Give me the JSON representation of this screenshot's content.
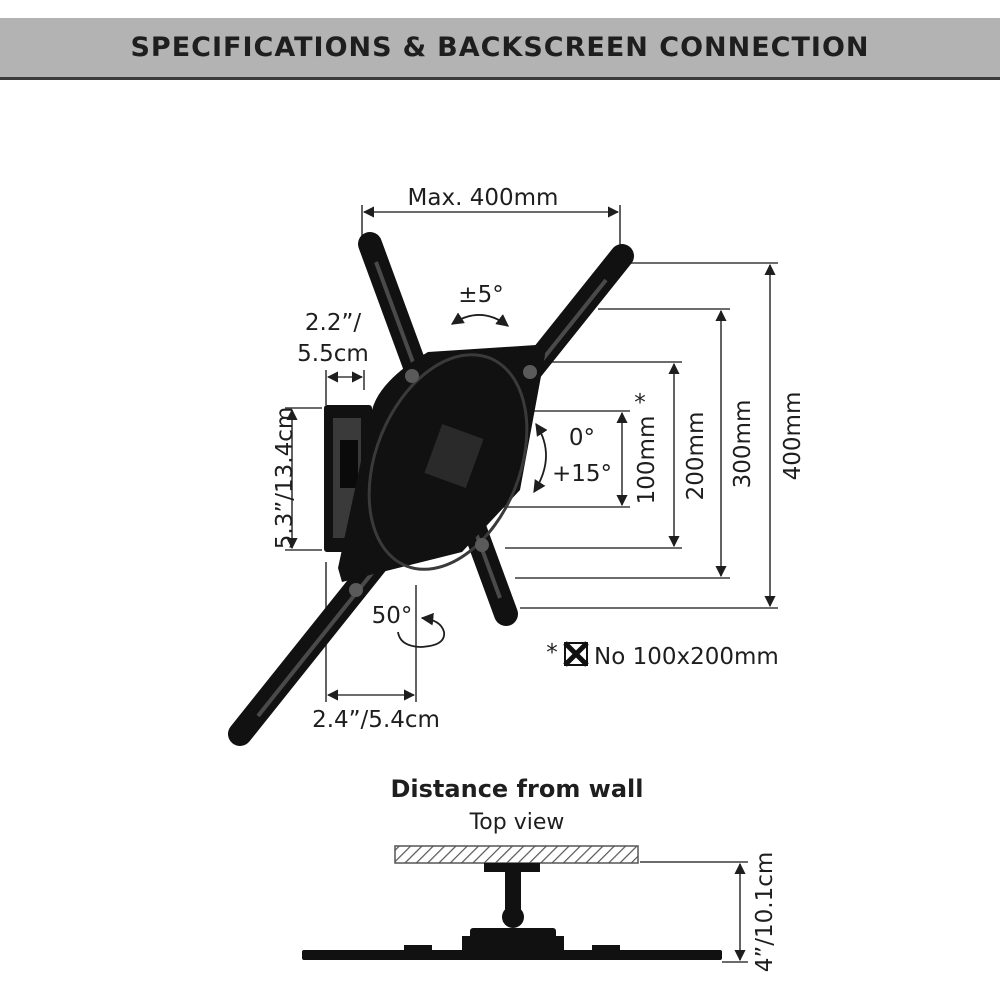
{
  "header": {
    "title_part1": "SPECIFICATIONS",
    "title_sep": "&",
    "title_part2": "BACKSCREEN CONNECTION"
  },
  "dimensions": {
    "max_width": "Max. 400mm",
    "tilt_side": "±5°",
    "depth_line1": "2.2”/",
    "depth_line2": "5.5cm",
    "wall_plate_height": "5.3”/13.4cm",
    "tilt_top": "0°",
    "tilt_bottom": "+15°",
    "v100": "100mm",
    "v100_star": "*",
    "v200": "200mm",
    "v300": "300mm",
    "v400": "400mm",
    "swivel": "50°",
    "arm_offset": "2.4”/5.4cm"
  },
  "note": {
    "star": "*",
    "text": "No 100x200mm"
  },
  "distance": {
    "title": "Distance from wall",
    "subtitle": "Top view",
    "value": "4”/10.1cm"
  },
  "colors": {
    "banner_bg": "#b3b3b3",
    "mount": "#111111",
    "dim_line": "#3c3c3c"
  }
}
